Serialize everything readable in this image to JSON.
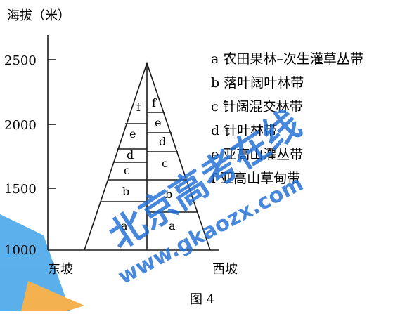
{
  "figure": {
    "y_axis_title": "海拔（米）",
    "y_ticks": [
      "2500",
      "2000",
      "1500",
      "1000"
    ],
    "x_labels": {
      "east": "东坡",
      "west": "西坡"
    },
    "caption": "图 4"
  },
  "zones": {
    "east": [
      "a",
      "b",
      "c",
      "d",
      "e",
      "f"
    ],
    "west": [
      "a",
      "b",
      "c",
      "d",
      "e",
      "f"
    ]
  },
  "legend": [
    "a 农田果林–次生灌草丛带",
    "b 落叶阔叶林带",
    "c 针阔混交林带",
    "d 针叶林带",
    "e 亚高山灌丛带",
    "f 亚高山草甸带"
  ],
  "watermark": {
    "brand": "北京高考在线",
    "url": "www.gkaozx.com"
  },
  "colors": {
    "ink": "#1a1a1a",
    "watermark_blue": "#1f6fd6",
    "watermark_light_blue": "#3fa2e8",
    "watermark_orange": "#f2a531"
  }
}
